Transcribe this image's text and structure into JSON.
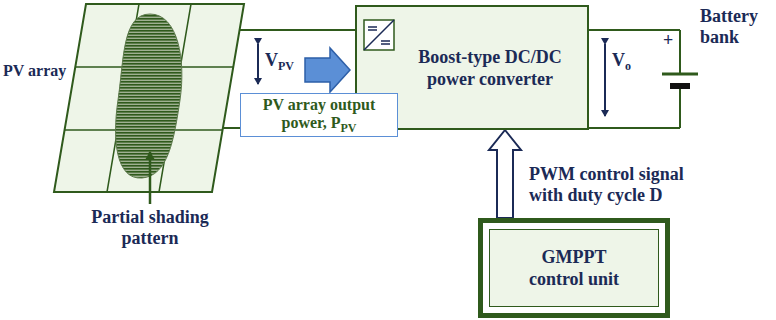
{
  "diagram": {
    "nodes": [
      {
        "text": [
          "Boost-type DC/DC power converter"
        ]
      },
      {
        "text": [
          "PV array output power, PPV"
        ]
      },
      {
        "text": [
          "GMPPT control unit"
        ]
      }
    ],
    "edges": [
      {
        "from": 2,
        "to": 0,
        "arrow": "to",
        "label": "PWM control signal with duty cycle D"
      }
    ],
    "labels": [
      "PV array",
      "VPV",
      "Vo",
      "+",
      "Battery bank",
      "Partial shading pattern"
    ]
  }
}
